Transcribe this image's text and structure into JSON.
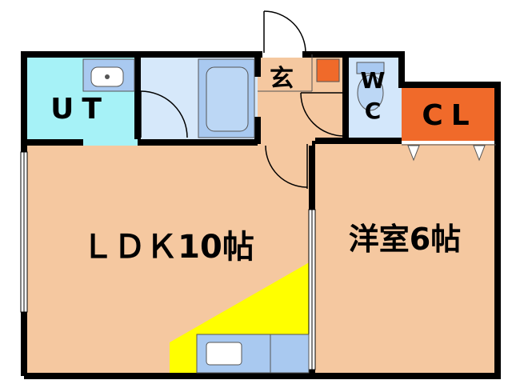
{
  "rooms": {
    "ut": "UT",
    "entrance": "玄",
    "wc_w": "W",
    "wc_c": "C",
    "closet": "CL",
    "ldk": "ＬＤＫ10帖",
    "western": "洋室6帖"
  },
  "colors": {
    "wall": "#000000",
    "floor_wood": "#f5c8a0",
    "ut_floor": "#a6f2f7",
    "bath_floor": "#d6e8fa",
    "fixture": "#a9c9f0",
    "wc_floor": "#d3e7fb",
    "closet": "#f06a2a",
    "kitchen_accent": "#ffff00",
    "entrance_shelf": "#f06a2a"
  },
  "icons": {
    "washbasin": "washbasin-icon",
    "bathtub": "bathtub-icon",
    "toilet": "toilet-icon",
    "sink": "kitchen-sink-icon"
  }
}
